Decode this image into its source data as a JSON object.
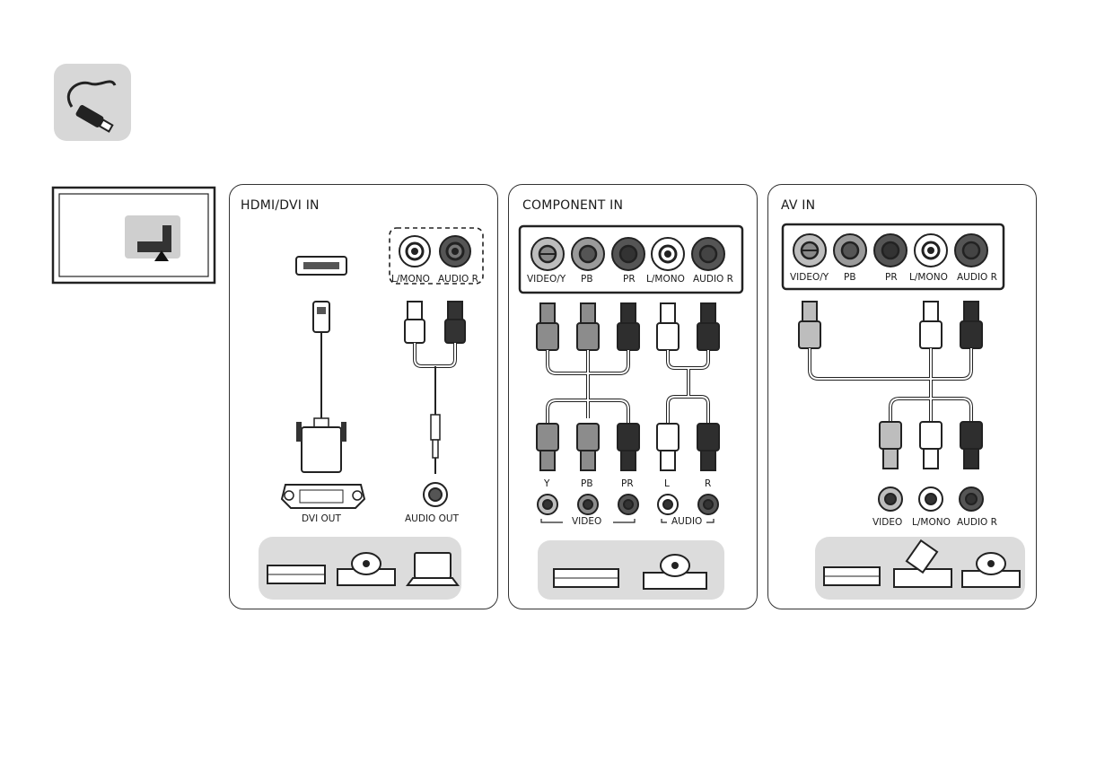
{
  "panels": {
    "hdmi": {
      "title": "HDMI/DVI IN",
      "jack_labels": [
        "L/MONO",
        "AUDIO R"
      ],
      "device_labels": [
        "DVI OUT",
        "AUDIO OUT"
      ],
      "devices": [
        "dvd-player-icon",
        "disc-player-icon",
        "laptop-icon"
      ]
    },
    "component": {
      "title": "COMPONENT IN",
      "jack_labels": [
        "VIDEO/Y",
        "PB",
        "PR",
        "L/MONO",
        "AUDIO R"
      ],
      "source_labels": [
        "Y",
        "PB",
        "PR",
        "L",
        "R"
      ],
      "group_labels": [
        "VIDEO",
        "AUDIO"
      ],
      "devices": [
        "dvd-player-icon",
        "disc-player-icon"
      ]
    },
    "av": {
      "title": "AV IN",
      "jack_labels": [
        "VIDEO/Y",
        "PB",
        "PR",
        "L/MONO",
        "AUDIO R"
      ],
      "source_labels": [
        "VIDEO",
        "L/MONO",
        "AUDIO R"
      ],
      "devices": [
        "dvd-player-icon",
        "vcr-icon",
        "disc-player-icon"
      ]
    }
  },
  "colors": {
    "video": "#bdbdbd",
    "pb": "#8c8c8c",
    "pr": "#2e2e2e",
    "white": "#ffffff",
    "red": "#2e2e2e",
    "tray": "#dcdcdc"
  }
}
